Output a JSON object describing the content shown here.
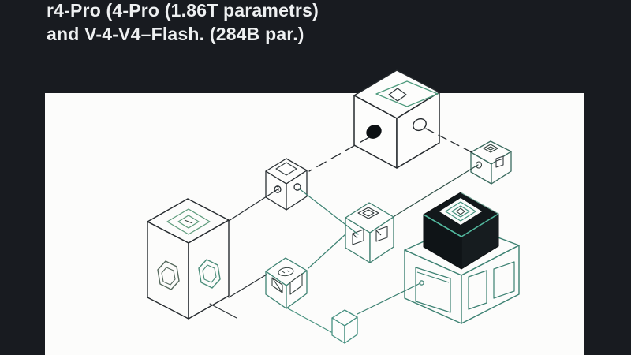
{
  "header": {
    "line1": "r4-Pro (4-Pro (1.86T parametrs)",
    "line2": "and V-4-V4–Flash. (284B par.)"
  },
  "palette": {
    "frame_background": "#181b20",
    "canvas_background": "#fcfcfb",
    "ink_dark": "#262b2f",
    "teal": "#3d8373",
    "teal_bright": "#52b89e",
    "green_diamond": "#5f9c7d",
    "grey_green": "#566a5e",
    "black_cube_fill": "#12181b",
    "header_text_color": "#eef0f1"
  },
  "diagram": {
    "description": "Isometric line illustration of cubes and boxes connected by solid and dashed links on a white canvas",
    "nodes": [
      {
        "id": "large-cube-top",
        "shape": "cube",
        "style": "white fill, dark outline, nested green diamond on top, black port dot on left face, white port ring on right face"
      },
      {
        "id": "small-cube-a",
        "shape": "cube",
        "style": "white fill, dark outline, white diamond on top, small port rings on both faces"
      },
      {
        "id": "small-cube-b",
        "shape": "cube",
        "style": "white fill, teal outline, package icon on top, open-box icons on faces"
      },
      {
        "id": "small-cube-c",
        "shape": "cube",
        "style": "white fill, dark-teal outline, square icon on top, ring on left face, box icon on right face"
      },
      {
        "id": "large-box-left",
        "shape": "tall-box",
        "style": "white fill, dark outline, nested green diamonds on top, double hexagons on both faces"
      },
      {
        "id": "small-cube-d",
        "shape": "cube",
        "style": "white fill, teal outline, oval icon on top, window squares on faces"
      },
      {
        "id": "black-cube",
        "shape": "cube",
        "style": "black fill, teal highlighted edges, white diamond chip pattern on top"
      },
      {
        "id": "large-box-right",
        "shape": "box",
        "style": "white fill, teal outline, door on left face, two windows on right face, black cube stacked on top"
      },
      {
        "id": "small-cube-e",
        "shape": "cube",
        "style": "white fill, teal outline, plain"
      }
    ],
    "connections": [
      {
        "from": "large-box-left",
        "to": "small-cube-a",
        "style": "solid dark"
      },
      {
        "from": "small-cube-a",
        "to": "small-cube-b",
        "style": "solid teal"
      },
      {
        "from": "small-cube-b",
        "to": "small-cube-c",
        "style": "solid dark"
      },
      {
        "from": "large-cube-top",
        "to": "small-cube-a",
        "style": "dashed dark"
      },
      {
        "from": "large-cube-top",
        "to": "small-cube-c",
        "style": "dashed dark"
      },
      {
        "from": "small-cube-b",
        "to": "small-cube-d",
        "style": "solid teal"
      },
      {
        "from": "large-box-left",
        "to": "small-cube-d",
        "style": "solid dark"
      },
      {
        "from": "small-cube-d",
        "to": "small-cube-e",
        "style": "solid teal"
      },
      {
        "from": "small-cube-e",
        "to": "large-box-right",
        "style": "solid teal"
      }
    ]
  }
}
